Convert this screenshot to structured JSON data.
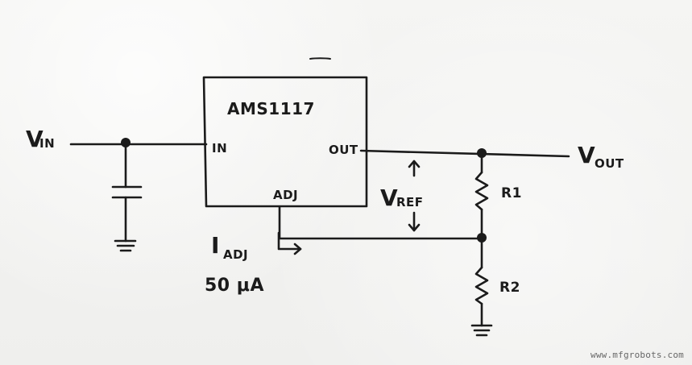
{
  "colors": {
    "ink": "#1b1b1b",
    "paper": "#f3f3f1"
  },
  "diagram": {
    "ic_name": "AMS1117",
    "pin_in": "IN",
    "pin_out": "OUT",
    "pin_adj": "ADJ",
    "vin_main": "V",
    "vin_sub": "IN",
    "vout_main": "V",
    "vout_sub": "OUT",
    "vref_main": "V",
    "vref_sub": "REF",
    "iadj_main": "I",
    "iadj_sub": "ADJ",
    "iadj_value": "50 μA",
    "r1": "R1",
    "r2": "R2"
  },
  "watermark": "www.mfgrobots.com"
}
